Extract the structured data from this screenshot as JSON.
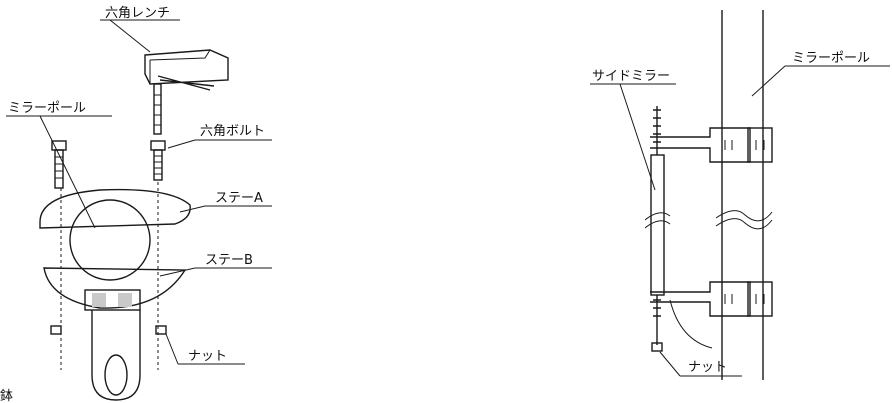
{
  "left_figure": {
    "labels": {
      "hex_wrench": "六角レンチ",
      "mirror_pole": "ミラーポール",
      "hex_bolt": "六角ボルト",
      "stay_a": "ステーA",
      "stay_b": "ステーB",
      "nut": "ナット"
    },
    "corner_text": "鉢"
  },
  "right_figure": {
    "labels": {
      "mirror_pole": "ミラーポール",
      "side_mirror": "サイドミラー",
      "nut": "ナット"
    }
  }
}
